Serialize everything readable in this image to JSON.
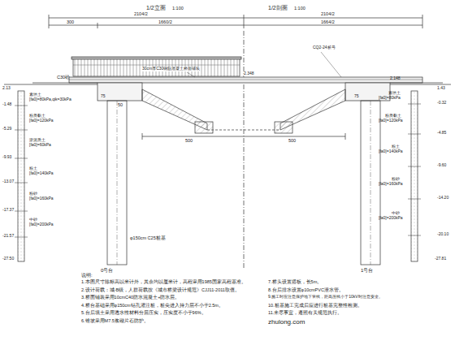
{
  "diagram": {
    "labels": [
      "1/2立面",
      "1:100",
      "1/2剖面",
      "1:100",
      "2104/2",
      "2104/2",
      "300",
      "1660/2",
      "1664/2",
      "30cm厚C30钢筋混凝土桥面铺装",
      "C30砼",
      "50",
      "500",
      "500",
      "φ150cm C25桩基",
      "0号台",
      "1号台",
      "2.13",
      "-1.48",
      "-5.29",
      "-9.93",
      "-13.07",
      "-17.37",
      "-21.57",
      "-27.50",
      "素填土",
      "[fa0]=80kPa,qik=30kPa",
      "粉质黏土",
      "[fa0]=120kPa",
      "淤泥质土",
      "[fa0]=60kPa",
      "粉土",
      "[fa0]=140kPa",
      "粉砂",
      "[fa0]=160kPa",
      "中砂",
      "[fa0]=200kPa",
      "1.43",
      "-0.32",
      "-4.85",
      "-9.60",
      "-14.20",
      "-20.10",
      "-27.81",
      "素填土",
      "[fa0]=80kPa",
      "粉质黏土",
      "[fa0]=120kPa",
      "粉土",
      "[fa0]=140kPa",
      "粉砂",
      "[fa0]=160kPa",
      "中砂",
      "[fa0]=200kPa",
      "CQ2-24桩号",
      "2.348",
      "2.148",
      "75",
      "75",
      "说明:",
      "1.本图尺寸除标高以米计外，其余均以厘米计，高程采用1985国家高程基准。",
      "2.设计荷载：城-B级，人群荷载按《城市桥梁设计规范》CJJ11-2011取值。",
      "3.桥面铺装采用10cmC40防水混凝土+防水层。",
      "4.桥台基础采用φ150cm钻孔灌注桩，桩尖进入持力层不小于2.5m。",
      "5.台后填土采用透水性材料分层压实，压实度不小于96%。",
      "6.锥坡采用M7.5浆砌片石防护。",
      "7.桥头设置搭板，长5m。",
      "8.台后排水设置φ10cmPVC泄水管。",
      "9.施工时应注意保护地下管线，距高压线小于10kV时注意安全。",
      "10.桩基施工完成后应进行桩基完整性检测。",
      "11.未尽事宜，遵照有关规范执行。",
      "zhulong.com"
    ]
  }
}
